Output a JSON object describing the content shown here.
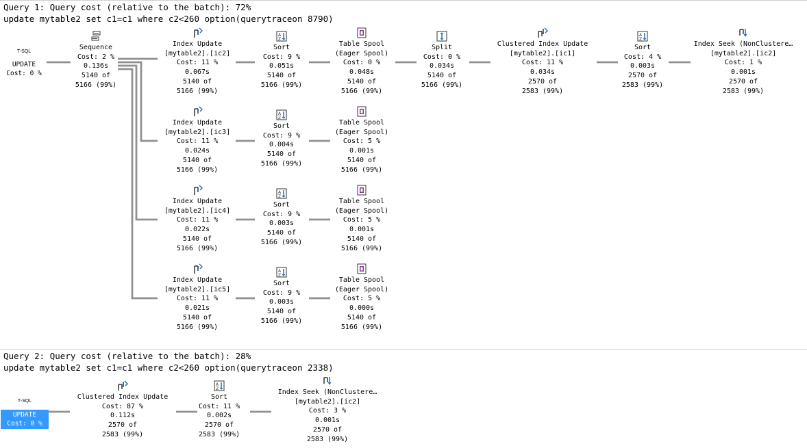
{
  "query1": {
    "header": "Query 1: Query cost (relative to the batch): 72%",
    "sql": "update mytable2 set c1=c1 where c2<260 option(querytraceon 8790)",
    "root": {
      "tsql": "T-SQL",
      "name": "UPDATE",
      "cost": "Cost: 0 %"
    },
    "nodes": [
      {
        "icon": "sequence-icon",
        "lines": [
          "Sequence",
          "Cost: 2 %",
          "0.136s",
          "5140 of",
          "5166 (99%)"
        ]
      },
      {
        "icon": "index-update-icon",
        "lines": [
          "Index Update",
          "[mytable2].[ic2]",
          "Cost: 11 %",
          "0.067s",
          "5140 of",
          "5166 (99%)"
        ]
      },
      {
        "icon": "sort-icon",
        "lines": [
          "Sort",
          "Cost: 9 %",
          "0.051s",
          "5140 of",
          "5166 (99%)"
        ]
      },
      {
        "icon": "table-spool-icon",
        "lines": [
          "Table Spool",
          "(Eager Spool)",
          "Cost: 0 %",
          "0.048s",
          "5140 of",
          "5166 (99%)"
        ]
      },
      {
        "icon": "split-icon",
        "lines": [
          "Split",
          "Cost: 0 %",
          "0.034s",
          "5140 of",
          "5166 (99%)"
        ]
      },
      {
        "icon": "clustered-index-update-icon",
        "lines": [
          "Clustered Index Update",
          "[mytable2].[ic1]",
          "Cost: 11 %",
          "0.034s",
          "2570 of",
          "2583 (99%)"
        ]
      },
      {
        "icon": "sort-icon",
        "lines": [
          "Sort",
          "Cost: 4 %",
          "0.003s",
          "2570 of",
          "2583 (99%)"
        ]
      },
      {
        "icon": "index-seek-icon",
        "lines": [
          "Index Seek (NonClustere…",
          "[mytable2].[ic2]",
          "Cost: 1 %",
          "0.001s",
          "2570 of",
          "2583 (99%)"
        ]
      },
      {
        "icon": "index-update-icon",
        "lines": [
          "Index Update",
          "[mytable2].[ic3]",
          "Cost: 11 %",
          "0.024s",
          "5140 of",
          "5166 (99%)"
        ]
      },
      {
        "icon": "sort-icon",
        "lines": [
          "Sort",
          "Cost: 9 %",
          "0.004s",
          "5140 of",
          "5166 (99%)"
        ]
      },
      {
        "icon": "table-spool-icon",
        "lines": [
          "Table Spool",
          "(Eager Spool)",
          "Cost: 5 %",
          "0.001s",
          "5140 of",
          "5166 (99%)"
        ]
      },
      {
        "icon": "index-update-icon",
        "lines": [
          "Index Update",
          "[mytable2].[ic4]",
          "Cost: 11 %",
          "0.022s",
          "5140 of",
          "5166 (99%)"
        ]
      },
      {
        "icon": "sort-icon",
        "lines": [
          "Sort",
          "Cost: 9 %",
          "0.003s",
          "5140 of",
          "5166 (99%)"
        ]
      },
      {
        "icon": "table-spool-icon",
        "lines": [
          "Table Spool",
          "(Eager Spool)",
          "Cost: 5 %",
          "0.001s",
          "5140 of",
          "5166 (99%)"
        ]
      },
      {
        "icon": "index-update-icon",
        "lines": [
          "Index Update",
          "[mytable2].[ic5]",
          "Cost: 11 %",
          "0.021s",
          "5140 of",
          "5166 (99%)"
        ]
      },
      {
        "icon": "sort-icon",
        "lines": [
          "Sort",
          "Cost: 9 %",
          "0.003s",
          "5140 of",
          "5166 (99%)"
        ]
      },
      {
        "icon": "table-spool-icon",
        "lines": [
          "Table Spool",
          "(Eager Spool)",
          "Cost: 5 %",
          "0.000s",
          "5140 of",
          "5166 (99%)"
        ]
      }
    ]
  },
  "query2": {
    "header": "Query 2: Query cost (relative to the batch): 28%",
    "sql": "update mytable2 set c1=c1 where c2<260 option(querytraceon 2338)",
    "root": {
      "tsql": "T-SQL",
      "name": "UPDATE",
      "cost": "Cost: 0 %"
    },
    "nodes": [
      {
        "icon": "clustered-index-update-icon",
        "lines": [
          "Clustered Index Update",
          "Cost: 87 %",
          "0.112s",
          "2570 of",
          "2583 (99%)"
        ]
      },
      {
        "icon": "sort-icon",
        "lines": [
          "Sort",
          "Cost: 11 %",
          "0.002s",
          "2570 of",
          "2583 (99%)"
        ]
      },
      {
        "icon": "index-seek-icon",
        "lines": [
          "Index Seek (NonClustere…",
          "[mytable2].[ic2]",
          "Cost: 3 %",
          "0.001s",
          "2570 of",
          "2583 (99%)"
        ]
      }
    ]
  },
  "colors": {
    "selection": "#3399ff",
    "connector": "#a9a9a9",
    "spool": "#8b3a8b",
    "icon": "#333333"
  }
}
